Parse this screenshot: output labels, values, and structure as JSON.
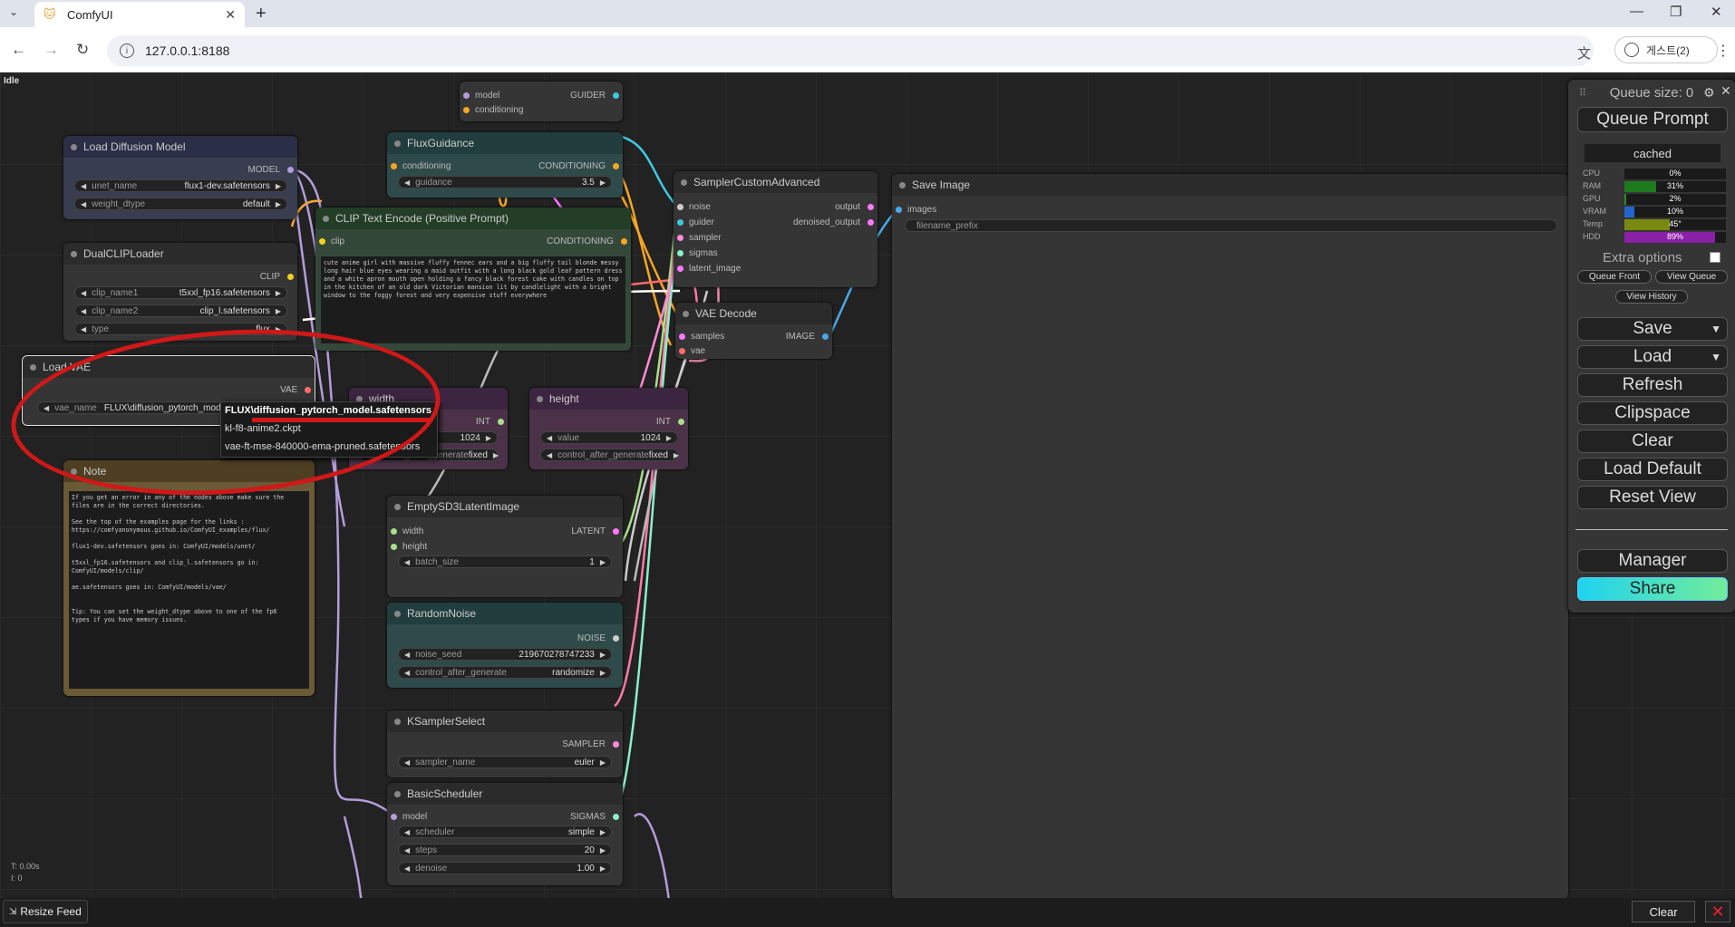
{
  "browser": {
    "tab_title": "ComfyUI",
    "url": "127.0.0.1:8188",
    "profile_label": "게스트(2)"
  },
  "canvas": {
    "status": "Idle",
    "stats": [
      "T: 0.00s",
      "I: 0"
    ]
  },
  "nodes": {
    "partial_top": {
      "outputs": [
        "GUIDER"
      ],
      "inputs": [
        "model",
        "conditioning"
      ]
    },
    "load_diffusion": {
      "title": "Load Diffusion Model",
      "output": "MODEL",
      "widgets": [
        {
          "label": "unet_name",
          "value": "flux1-dev.safetensors"
        },
        {
          "label": "weight_dtype",
          "value": "default"
        }
      ]
    },
    "dual_clip": {
      "title": "DualCLIPLoader",
      "output": "CLIP",
      "widgets": [
        {
          "label": "clip_name1",
          "value": "t5xxl_fp16.safetensors"
        },
        {
          "label": "clip_name2",
          "value": "clip_l.safetensors"
        },
        {
          "label": "type",
          "value": "flux"
        }
      ]
    },
    "load_vae": {
      "title": "Load VAE",
      "output": "VAE",
      "widget": {
        "label": "vae_name",
        "value": "FLUX\\diffusion_pytorch_mod"
      }
    },
    "note": {
      "title": "Note",
      "text": "If you get an error in any of the nodes above make sure the\nfiles are in the correct directories.\n\nSee the top of the examples page for the links :\nhttps://comfyanonymous.github.io/ComfyUI_examples/flux/\n\nflux1-dev.safetensors goes in: ComfyUI/models/unet/\n\nt5xxl_fp16.safetensors and clip_l.safetensors go in:\nComfyUI/models/clip/\n\nae.safetensors goes in: ComfyUI/models/vae/\n\n\nTip: You can set the weight_dtype above to one of the fp8\ntypes if you have memory issues."
    },
    "flux_guidance": {
      "title": "FluxGuidance",
      "input": "conditioning",
      "output": "CONDITIONING",
      "widget": {
        "label": "guidance",
        "value": "3.5"
      }
    },
    "clip_text": {
      "title": "CLIP Text Encode (Positive Prompt)",
      "input": "clip",
      "output": "CONDITIONING",
      "text": "cute anime girl with massive fluffy fennec ears and a big fluffy tail blonde messy long hair blue eyes wearing a maid outfit with a long black gold leaf pattern dress and a white apron mouth open holding a fancy black forest cake with candles on top in the kitchen of an old dark Victorian mansion lit by candlelight with a bright window to the foggy forest and very expensive stuff everywhere"
    },
    "sampler_custom": {
      "title": "SamplerCustomAdvanced",
      "inputs": [
        "noise",
        "guider",
        "sampler",
        "sigmas",
        "latent_image"
      ],
      "outputs": [
        "output",
        "denoised_output"
      ]
    },
    "save_image": {
      "title": "Save Image",
      "input": "images",
      "widget": {
        "label": "filename_prefix"
      }
    },
    "vae_decode": {
      "title": "VAE Decode",
      "inputs": [
        "samples",
        "vae"
      ],
      "output": "IMAGE"
    },
    "width": {
      "title": "width",
      "output": "INT",
      "widgets": [
        {
          "label": "value",
          "value": "1024"
        },
        {
          "label": "control_after_generate",
          "value": "fixed"
        }
      ]
    },
    "height": {
      "title": "height",
      "output": "INT",
      "widgets": [
        {
          "label": "value",
          "value": "1024"
        },
        {
          "label": "control_after_generate",
          "value": "fixed"
        }
      ]
    },
    "empty_latent": {
      "title": "EmptySD3LatentImage",
      "inputs": [
        "width",
        "height"
      ],
      "output": "LATENT",
      "widget": {
        "label": "batch_size",
        "value": "1"
      }
    },
    "random_noise": {
      "title": "RandomNoise",
      "output": "NOISE",
      "widgets": [
        {
          "label": "noise_seed",
          "value": "219670278747233"
        },
        {
          "label": "control_after_generate",
          "value": "randomize"
        }
      ]
    },
    "ksampler_select": {
      "title": "KSamplerSelect",
      "output": "SAMPLER",
      "widget": {
        "label": "sampler_name",
        "value": "euler"
      }
    },
    "basic_scheduler": {
      "title": "BasicScheduler",
      "input": "model",
      "output": "SIGMAS",
      "widgets": [
        {
          "label": "scheduler",
          "value": "simple"
        },
        {
          "label": "steps",
          "value": "20"
        },
        {
          "label": "denoise",
          "value": "1.00"
        }
      ]
    }
  },
  "context_menu": [
    "FLUX\\diffusion_pytorch_model.safetensors",
    "kl-f8-anime2.ckpt",
    "vae-ft-mse-840000-ema-pruned.safetensors"
  ],
  "queue_panel": {
    "queue_size": "Queue size: 0",
    "queue_prompt": "Queue Prompt",
    "status": "cached",
    "monitor": [
      {
        "label": "CPU",
        "value": "0%",
        "fill": 0,
        "color": "#2a8a2a"
      },
      {
        "label": "RAM",
        "value": "31%",
        "fill": 0.31,
        "color": "#1e7a1e"
      },
      {
        "label": "GPU",
        "value": "2%",
        "fill": 0.02,
        "color": "#2a8a2a"
      },
      {
        "label": "VRAM",
        "value": "10%",
        "fill": 0.1,
        "color": "#2266cc"
      },
      {
        "label": "Temp",
        "value": "45°",
        "fill": 0.45,
        "color": "#7a8a10"
      },
      {
        "label": "HDD",
        "value": "89%",
        "fill": 0.89,
        "color": "#8a1fa8"
      }
    ],
    "extra_options": "Extra options",
    "queue_front": "Queue Front",
    "view_queue": "View Queue",
    "view_history": "View History",
    "buttons": [
      "Save",
      "Load",
      "Refresh",
      "Clipspace",
      "Clear",
      "Load Default",
      "Reset View"
    ],
    "manager": "Manager",
    "share": "Share"
  },
  "feed": {
    "resize": "Resize Feed",
    "clear": "Clear"
  }
}
